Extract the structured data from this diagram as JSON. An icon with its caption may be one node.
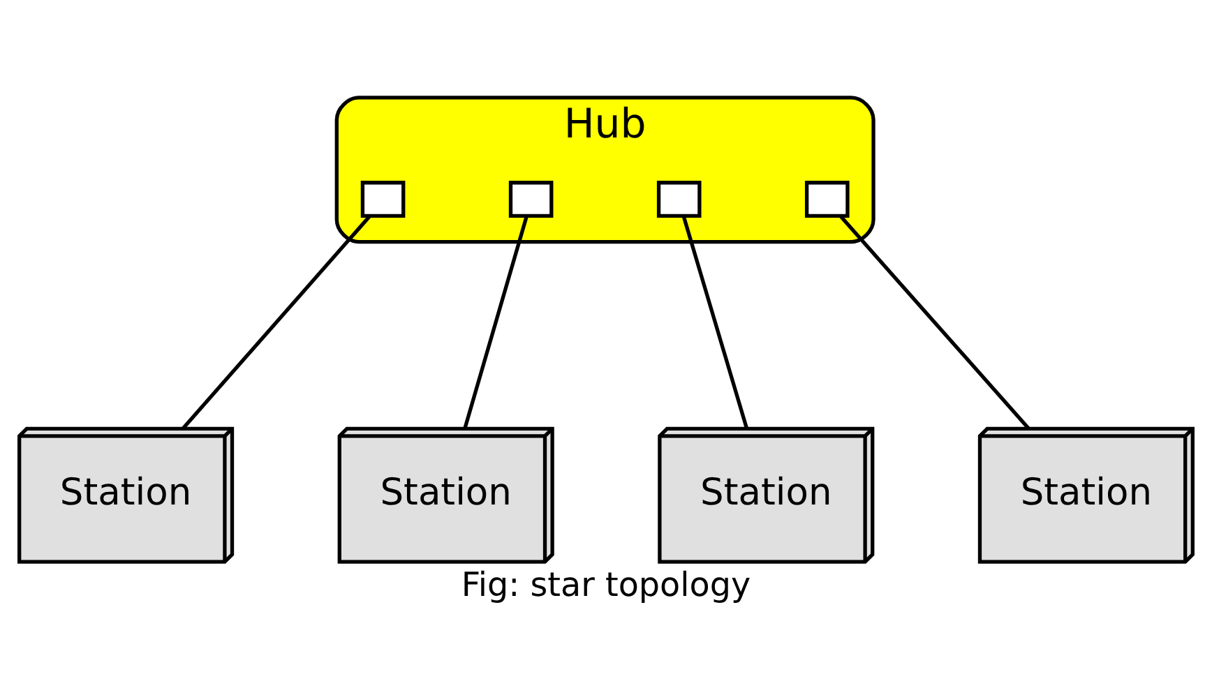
{
  "diagram": {
    "caption": "Fig: star topology",
    "nodes": [
      {
        "text": [
          "Hub"
        ]
      },
      {
        "text": [],
        "shape": "box",
        "in": 0
      },
      {
        "text": [],
        "shape": "box",
        "in": 0
      },
      {
        "text": [],
        "shape": "box",
        "in": 0
      },
      {
        "text": [],
        "shape": "box",
        "in": 0
      },
      {
        "text": [
          "Station"
        ]
      },
      {
        "text": [
          "Station"
        ]
      },
      {
        "text": [
          "Station"
        ]
      },
      {
        "text": [
          "Station"
        ]
      }
    ],
    "edges": [
      {
        "from": 1,
        "to": 5,
        "arrow": "none"
      },
      {
        "from": 2,
        "to": 6,
        "arrow": "none"
      },
      {
        "from": 3,
        "to": 7,
        "arrow": "none"
      },
      {
        "from": 4,
        "to": 8,
        "arrow": "none"
      }
    ]
  }
}
